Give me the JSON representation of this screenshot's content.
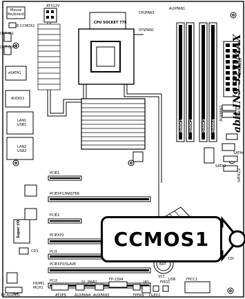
{
  "labels": {
    "mouse_keyboard": "Mouse\nKeyboard",
    "atx12v": "ATX12V",
    "cpu_socket": "CPU SOCKET 775",
    "cpufan1": "CPUFAN1",
    "auxfan1": "AUXFAN1",
    "sysfan1": "SYSFAN1",
    "e_ccmos1": "E-CCMOS1",
    "opt_in1": "OPT-IN1",
    "opt_out1": "OPT-OUT1",
    "esata1": "eSATA1",
    "audio1": "AUDIO1",
    "lan1_usb1": "LAN1\nUSB1",
    "lan2_usb2": "LAN2\nUSB2",
    "pcie1": "PCIE1",
    "pciex1_master": "PCIEXP1/MASTER",
    "pcie2": "PCIE2",
    "pciexp2": "PCIEXP2",
    "pci1": "PCI1",
    "pciexp3_slave": "PCIEXP3/SLAVE",
    "pci2": "PCI2",
    "cd1": "CD1",
    "super_io": "Super I/O",
    "fp_audio1": "FP-AUDIO1",
    "hdmi1_mch1": "HDMI1\nMCH1",
    "atxps": "ATXPS",
    "auxfan4": "AUXFAN4",
    "auxfan3": "AUXFAN3",
    "s_pwr1": "S1_PWR1",
    "fp_1394": "FP-1394",
    "fpfan": "FPFAN",
    "ir1": "IR1",
    "fpcc1": "FPCC1",
    "dled1": "DLED1",
    "fpio1": "FPIO1",
    "usb": "USB",
    "dimm1": "DIMM1",
    "dimm2": "DIMM2",
    "dimm3": "DIMM3",
    "dimm4": "DIMM4",
    "auxfan2": "AUXFAN2",
    "atxpwr1": "ATXPWR1",
    "sata56": "SATA5/6",
    "sata4": "SATA4",
    "sata3": "SATA3",
    "sata12": "SATA1/2",
    "cdi": "CDI",
    "bat": "BAT",
    "vcc": "VCC"
  },
  "brand": {
    "logo_text": "abit IN9 32X-MAX"
  },
  "callout": {
    "text": "CCMOS1"
  }
}
